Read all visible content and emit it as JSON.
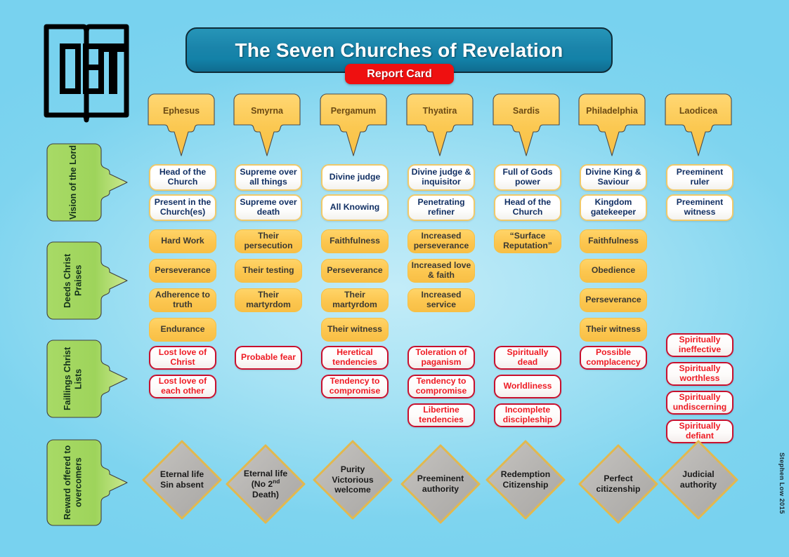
{
  "header": {
    "title": "The Seven Churches of Revelation",
    "badge": "Report Card",
    "logo_alt": "OBT",
    "credit": "Stephen Low 2015"
  },
  "colors": {
    "background": "#7ed4ef",
    "title_bar": "#1a84aa",
    "badge": "#ef1010",
    "church_banner": "#fbc94f",
    "row_label": "#9dd45a",
    "vision_card_border": "#f0c96a",
    "vision_card_text": "#112f63",
    "deeds_card": "#fcc64f",
    "failing_border": "#c8102e",
    "failing_text": "#ee1b24",
    "diamond_fill": "#b4b4b4",
    "diamond_border": "#e2b84e"
  },
  "churches": [
    {
      "name": "Ephesus"
    },
    {
      "name": "Smyrna"
    },
    {
      "name": "Pergamum"
    },
    {
      "name": "Thyatira"
    },
    {
      "name": "Sardis"
    },
    {
      "name": "Philadelphia"
    },
    {
      "name": "Laodicea"
    }
  ],
  "rows": [
    {
      "label": "Vision of the Lord"
    },
    {
      "label": "Deeds Christ Praises"
    },
    {
      "label": "Faillings Christ Lists"
    },
    {
      "label": "Reward offered to overcomers"
    }
  ],
  "vision": [
    [
      "Head of the Church",
      "Present in the Church(es)"
    ],
    [
      "Supreme over all things",
      "Supreme over death"
    ],
    [
      "Divine judge",
      "All Knowing"
    ],
    [
      "Divine judge & inquisitor",
      "Penetrating refiner"
    ],
    [
      "Full of Gods power",
      "Head of the Church"
    ],
    [
      "Divine King & Saviour",
      "Kingdom gatekeeper"
    ],
    [
      "Preeminent ruler",
      "Preeminent witness"
    ]
  ],
  "deeds": [
    [
      "Hard Work",
      "Perseverance",
      "Adherence to truth",
      "Endurance"
    ],
    [
      "Their persecution",
      "Their testing",
      "Their martyrdom"
    ],
    [
      "Faithfulness",
      "Perseverance",
      "Their martyrdom",
      "Their witness"
    ],
    [
      "Increased perseverance",
      "Increased love & faith",
      "Increased service"
    ],
    [
      "“Surface Reputation”"
    ],
    [
      "Faithfulness",
      "Obedience",
      "Perseverance",
      "Their witness"
    ],
    []
  ],
  "failings": [
    [
      "Lost love of Christ",
      "Lost love of each other"
    ],
    [
      "Probable fear"
    ],
    [
      "Heretical tendencies",
      "Tendency to compromise"
    ],
    [
      "Toleration of paganism",
      "Tendency to compromise",
      "Libertine tendencies"
    ],
    [
      "Spiritually dead",
      "Worldliness",
      "Incomplete discipleship"
    ],
    [
      "Possible complacency"
    ],
    [
      "Spiritually ineffective",
      "Spiritually worthless",
      "Spiritually undiscerning",
      "Spiritually defiant"
    ]
  ],
  "rewards": [
    {
      "lines": [
        "Eternal life",
        "Sin absent"
      ]
    },
    {
      "lines": [
        "Eternal life",
        "(No 2nd Death)"
      ],
      "html": "Eternal life<br>(No 2<sup>nd</sup><br>Death)"
    },
    {
      "lines": [
        "Purity",
        "Victorious",
        "welcome"
      ]
    },
    {
      "lines": [
        "Preeminent",
        "authority"
      ]
    },
    {
      "lines": [
        "Redemption",
        "Citizenship"
      ]
    },
    {
      "lines": [
        "Perfect",
        "citizenship"
      ]
    },
    {
      "lines": [
        "Judicial",
        "authority"
      ]
    }
  ]
}
